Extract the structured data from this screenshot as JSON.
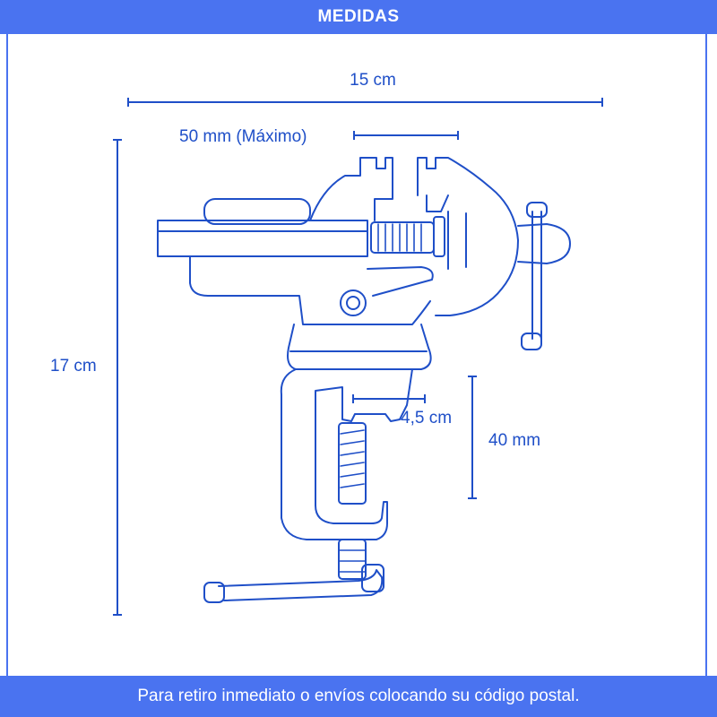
{
  "header": {
    "title": "MEDIDAS"
  },
  "dimensions": {
    "width": "15 cm",
    "jaw_opening": "50 mm (Máximo)",
    "height": "17 cm",
    "clamp_depth": "4,5 cm",
    "clamp_opening": "40 mm"
  },
  "footer": {
    "text": "Para retiro inmediato o envíos colocando su código postal."
  },
  "colors": {
    "accent": "#4a73f0",
    "line": "#1f4fc8"
  },
  "icons": {
    "product": "bench-vise-icon"
  }
}
